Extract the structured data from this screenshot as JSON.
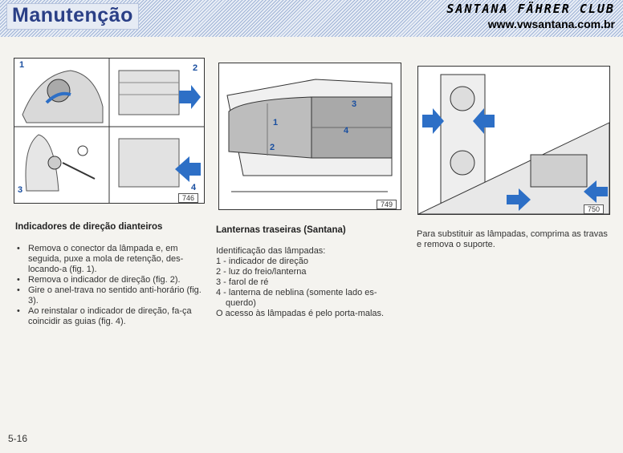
{
  "header": {
    "title": "Manutenção",
    "club": "SANTANA FÄHRER CLUB",
    "site": "www.vwsantana.com.br"
  },
  "figures": {
    "fig1": {
      "number": "746",
      "callouts": [
        "1",
        "2",
        "3",
        "4"
      ]
    },
    "fig2": {
      "number": "749",
      "callouts": [
        "3",
        "1",
        "4",
        "2"
      ]
    },
    "fig3": {
      "number": "750"
    }
  },
  "col1": {
    "title": "Indicadores de direção dianteiros",
    "bullets": [
      "Remova o conector da lâmpada e, em seguida, puxe a mola de retenção, des-locando-a (fig. 1).",
      "Remova o indicador de direção (fig. 2).",
      "Gire o anel-trava no sentido anti-horário (fig. 3).",
      "Ao reinstalar o indicador de direção, fa-ça coincidir as guias (fig. 4)."
    ]
  },
  "col2": {
    "title": "Lanternas traseiras (Santana)",
    "lines": [
      "Identificação das lâmpadas:",
      "1 - indicador de direção",
      "2 - luz do freio/lanterna",
      "3 - farol de ré",
      "4 - lanterna de neblina (somente lado es-",
      "querdo)",
      "O acesso às lâmpadas é pelo porta-malas."
    ]
  },
  "col3": {
    "text": "Para substituir as lâmpadas, comprima as travas e remova o suporte."
  },
  "page_number": "5-16",
  "colors": {
    "accent": "#1a4fa0",
    "title": "#2a3f86"
  }
}
